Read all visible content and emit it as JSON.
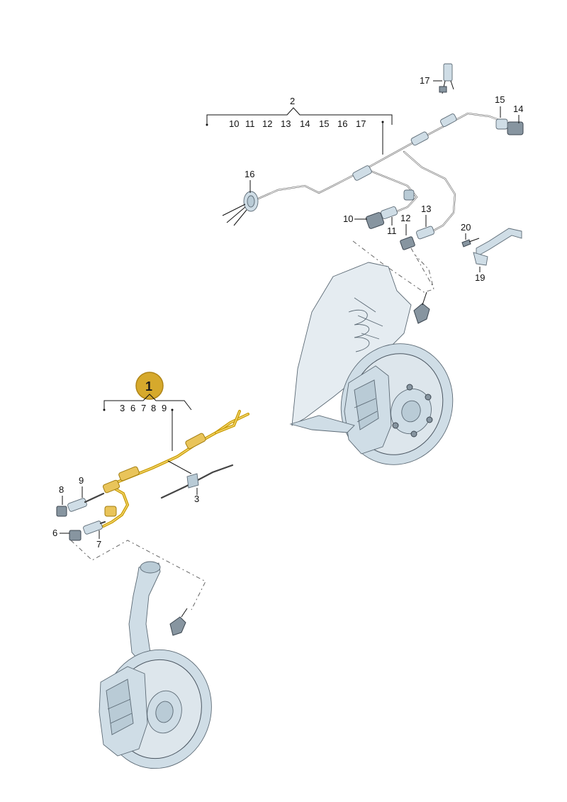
{
  "callouts": {
    "badge": "1",
    "group1_parts": [
      "3",
      "6",
      "7",
      "8",
      "9"
    ],
    "group2_title": "2",
    "group2_parts": [
      "10",
      "11",
      "12",
      "13",
      "14",
      "15",
      "16",
      "17"
    ],
    "part_labels": {
      "p3": "3",
      "p6": "6",
      "p7": "7",
      "p8": "8",
      "p9": "9",
      "p10": "10",
      "p11": "11",
      "p12": "12",
      "p13": "13",
      "p14": "14",
      "p15": "15",
      "p16": "16",
      "p17": "17",
      "p19": "19",
      "p20": "20"
    }
  },
  "colors": {
    "highlight": "#c99a00",
    "badge_fill": "#d6a92c",
    "part_fill": "#dde6ec"
  }
}
